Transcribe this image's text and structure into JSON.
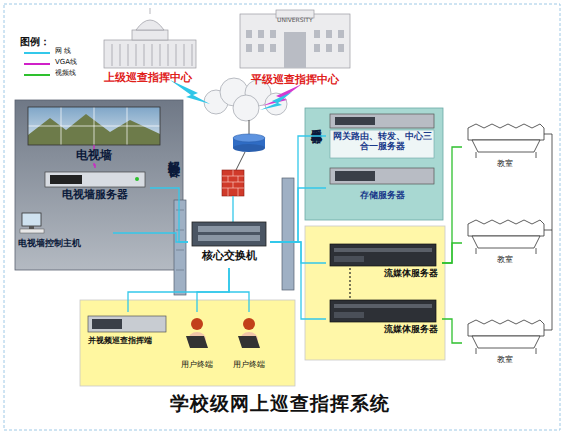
{
  "diagram": {
    "title": "学校级网上巡查指挥系统",
    "nodes": [
      {
        "text": [
          "上级巡查指挥中心"
        ]
      },
      {
        "text": [
          "平级巡查指挥中心"
        ]
      },
      {
        "text": [
          "解码设备"
        ]
      },
      {
        "text": [
          "电视墙"
        ],
        "in": 2
      },
      {
        "text": [
          "电视墙服务器"
        ],
        "in": 2
      },
      {
        "text": [
          "电视墙控制主机"
        ],
        "in": 2
      },
      {
        "text": [
          "核心交换机"
        ]
      },
      {
        "text": [
          "系统服务器"
        ]
      },
      {
        "text": [
          "网关路由、转发、中心三合一服务器"
        ],
        "in": 7
      },
      {
        "text": [
          "存储服务器"
        ],
        "in": 7
      },
      {
        "text": [
          "流媒体服务器"
        ]
      },
      {
        "text": [
          "流媒体服务器"
        ]
      },
      {
        "text": [
          "并视频巡查指挥端"
        ]
      },
      {
        "text": [
          "用户终端"
        ]
      },
      {
        "text": [
          "用户终端"
        ]
      },
      {
        "text": [
          "教室"
        ]
      },
      {
        "text": [
          "教室"
        ]
      },
      {
        "text": [
          "教室"
        ]
      }
    ],
    "edges": [
      {
        "from": 4,
        "to": 3,
        "arrow": "none"
      },
      {
        "from": 5,
        "to": 6,
        "arrow": "none"
      },
      {
        "from": 6,
        "to": 4,
        "arrow": "none"
      },
      {
        "from": 6,
        "to": 8,
        "arrow": "none"
      },
      {
        "from": 6,
        "to": 9,
        "arrow": "none"
      },
      {
        "from": 6,
        "to": 10,
        "arrow": "none"
      },
      {
        "from": 6,
        "to": 11,
        "arrow": "none"
      },
      {
        "from": 6,
        "to": 12,
        "arrow": "none"
      },
      {
        "from": 6,
        "to": 13,
        "arrow": "none"
      },
      {
        "from": 6,
        "to": 14,
        "arrow": "none"
      },
      {
        "from": 15,
        "to": 10,
        "arrow": "none"
      },
      {
        "from": 16,
        "to": 10,
        "arrow": "none"
      },
      {
        "from": 17,
        "to": 11,
        "arrow": "none"
      }
    ],
    "labels": [
      "图例：",
      "UNIVERSITY"
    ],
    "legend": [
      {
        "text": "网 线",
        "color": "#33c8ea"
      },
      {
        "text": "VGA线",
        "color": "#d020c8"
      },
      {
        "text": "视频线",
        "color": "#2ec02e"
      }
    ]
  }
}
